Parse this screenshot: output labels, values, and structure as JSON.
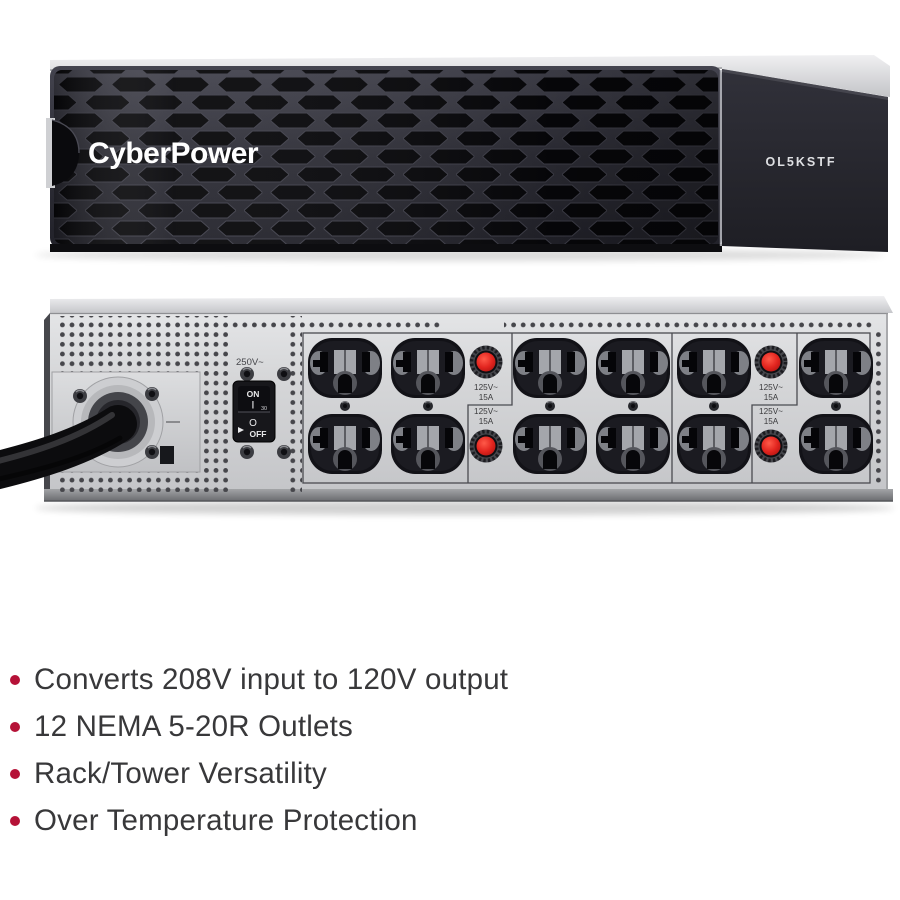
{
  "front_view": {
    "brand": {
      "part1": "Cyber",
      "part2": "Power"
    },
    "model_label": "OL5KSTF"
  },
  "rear_view": {
    "input_voltage_label": "250V~",
    "switch": {
      "on_label": "ON",
      "bar": "|",
      "rating": "30",
      "standby_symbol": "O",
      "off_label": "OFF"
    },
    "breakers": [
      {
        "voltage": "125V~",
        "current": "15A"
      },
      {
        "voltage": "125V~",
        "current": "15A"
      },
      {
        "voltage": "125V~",
        "current": "15A"
      },
      {
        "voltage": "125V~",
        "current": "15A"
      }
    ]
  },
  "features": {
    "items": [
      "Converts 208V input to 120V output",
      "12 NEMA 5-20R Outlets",
      "Rack/Tower Versatility",
      "Over Temperature Protection"
    ],
    "bullet_color": "#b51237"
  },
  "colors": {
    "chassis_black": "#26262c",
    "panel_silver": "#d8d9db",
    "breaker_button": "#e2251f",
    "logo_text": "#ffffff"
  }
}
